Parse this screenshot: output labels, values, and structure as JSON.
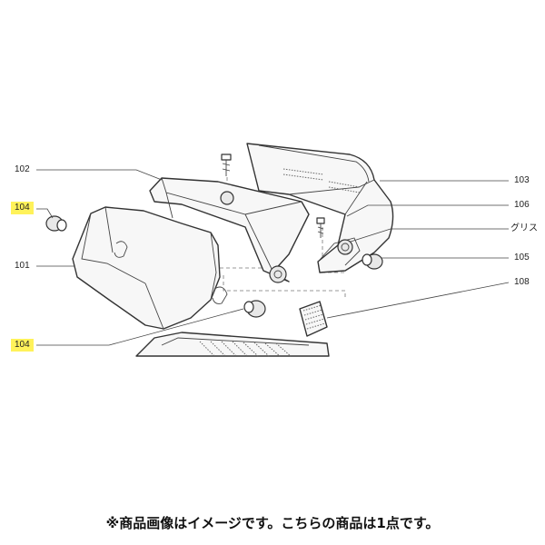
{
  "labels": {
    "p101": "101",
    "p102": "102",
    "p103": "103",
    "p104a": "104",
    "p104b": "104",
    "p105": "105",
    "p106": "106",
    "grease": "グリス",
    "p108": "108"
  },
  "highlight_color": "#fff25a",
  "caption": "※商品画像はイメージです。こちらの商品は1点です。"
}
